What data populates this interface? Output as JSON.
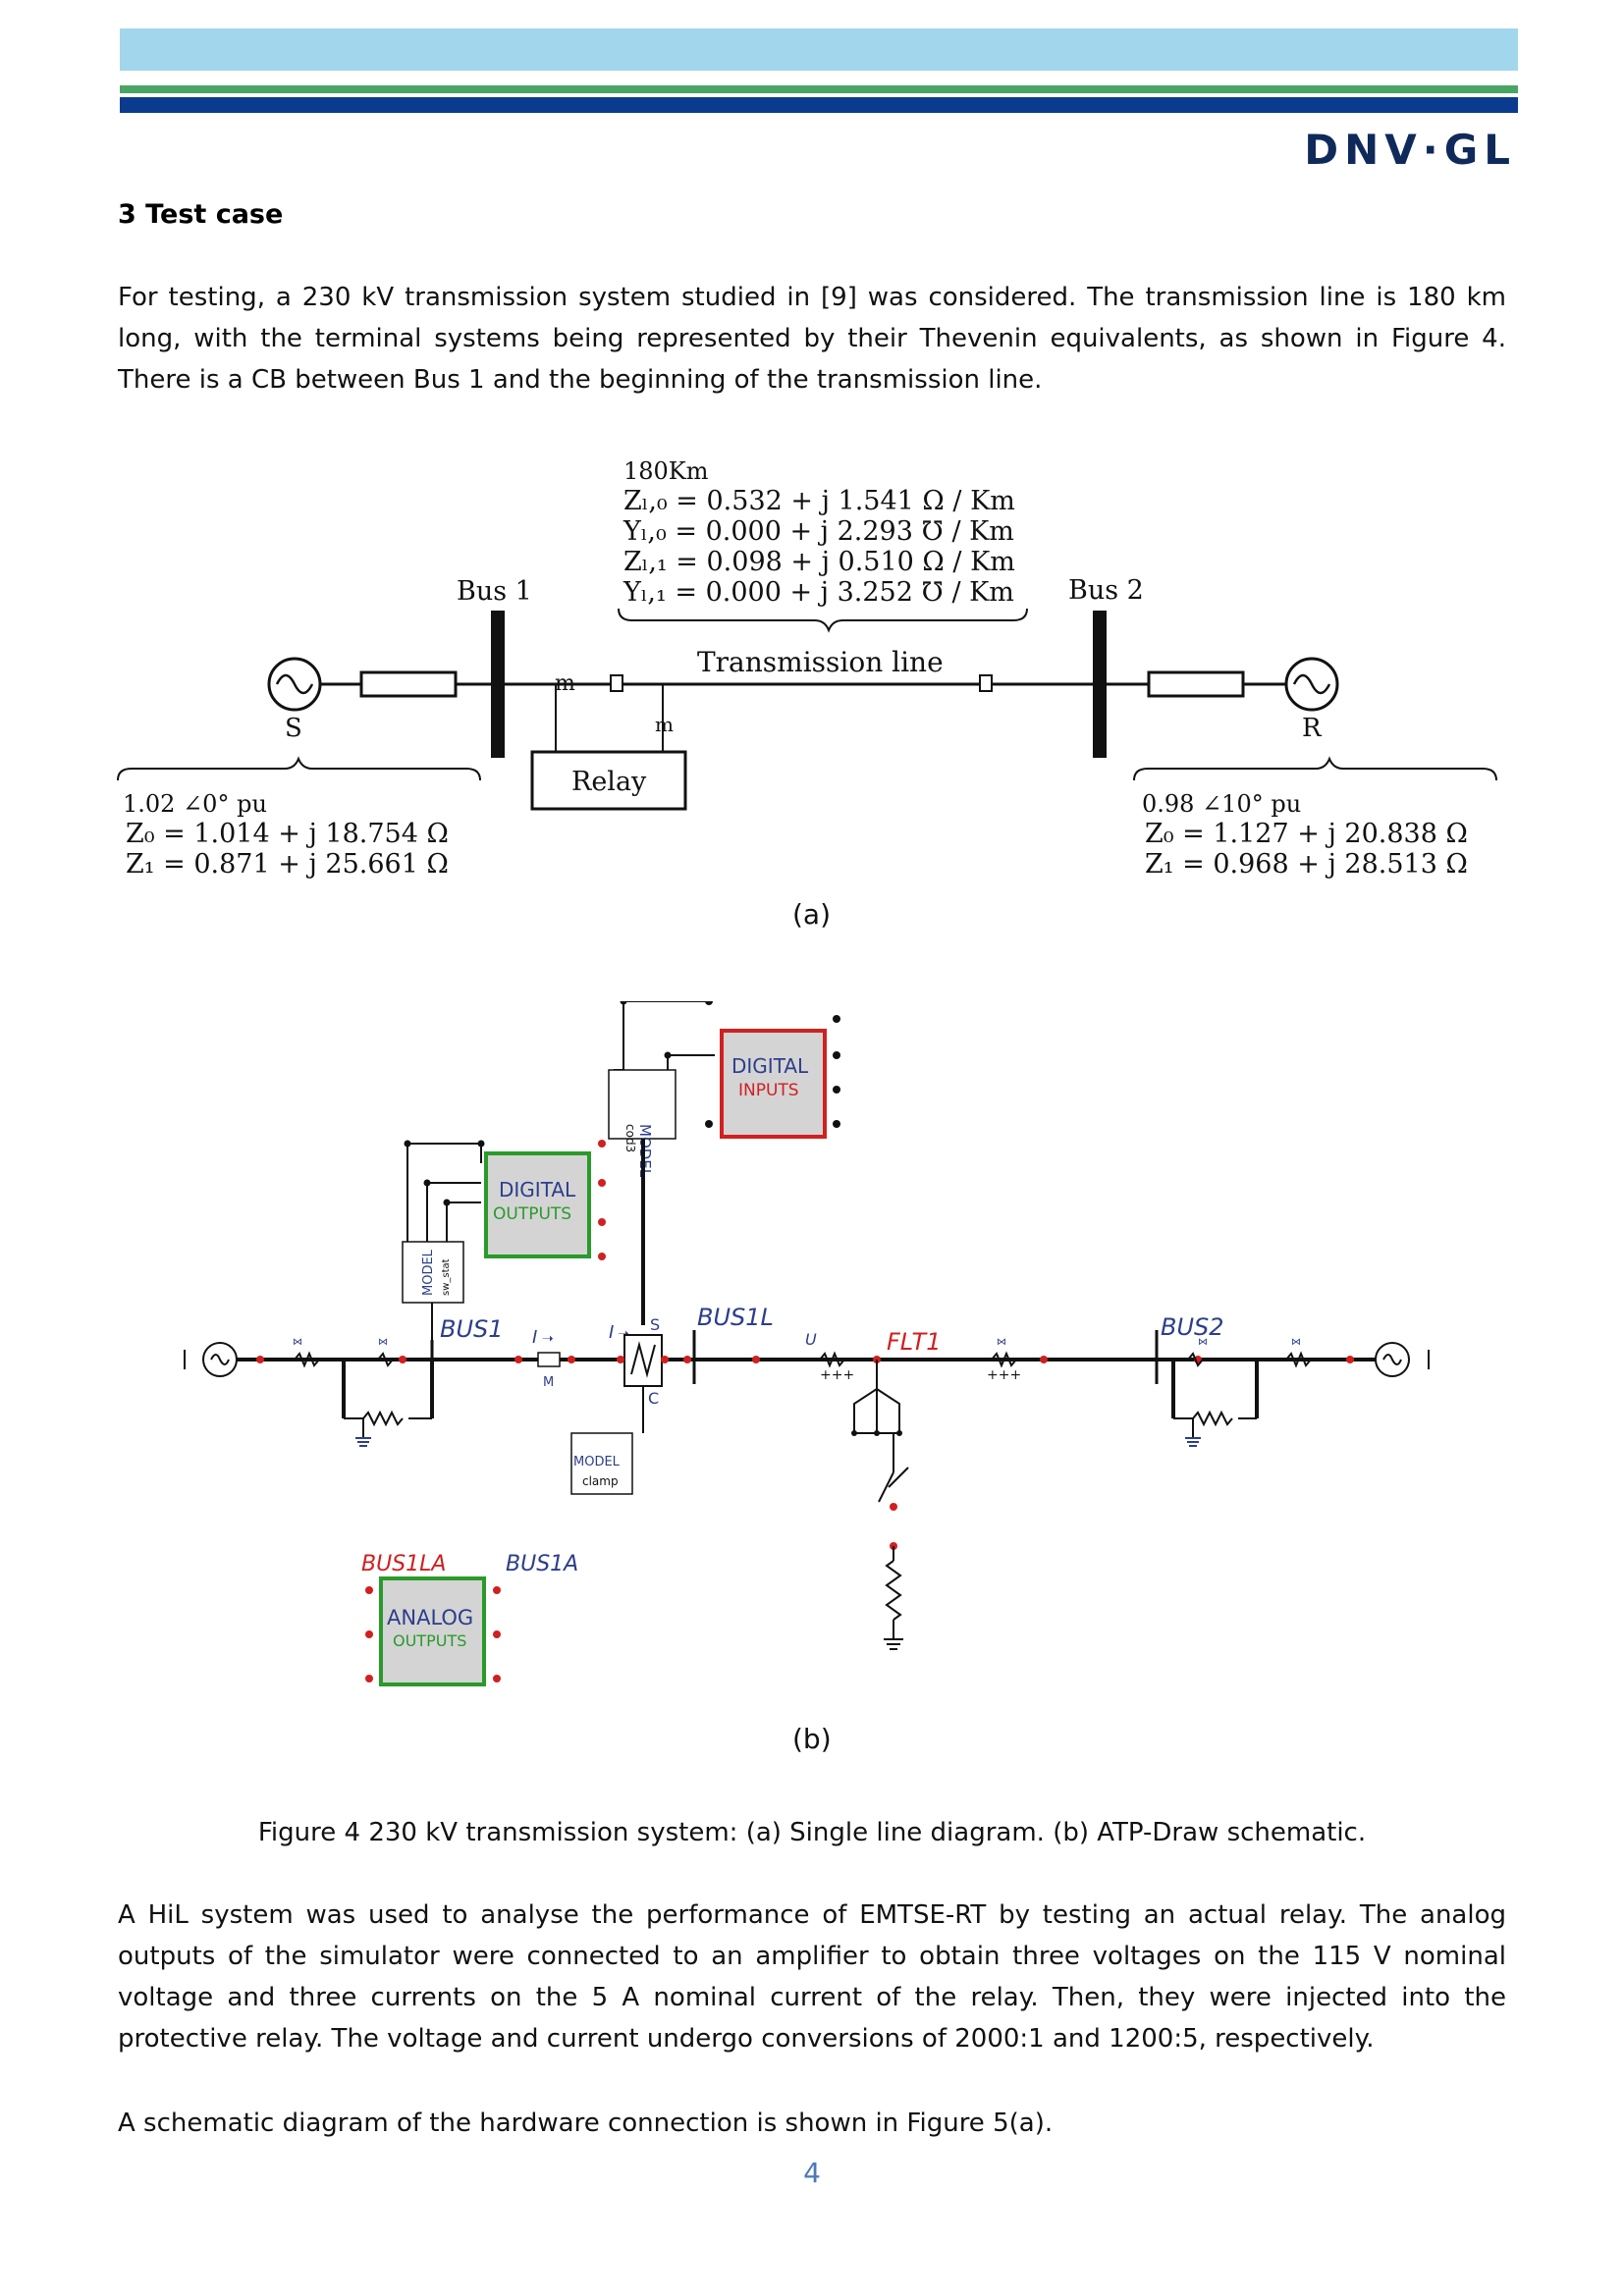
{
  "header": {
    "logo": "DNV·GL"
  },
  "section": {
    "heading": "3 Test case"
  },
  "paragraphs": {
    "p1": "For testing, a 230 kV transmission system studied in [9] was considered. The transmission line is 180 km long, with the terminal systems being represented by their Thevenin equivalents, as shown in Figure 4. There is a CB between Bus 1 and the beginning of the transmission line.",
    "p2": "A HiL system was used to analyse the performance of EMTSE-RT by testing an actual relay. The analog outputs of the simulator were connected to an amplifier to obtain three voltages on the 115 V nominal voltage and three currents on the 5 A nominal current of the relay. Then, they were injected into the protective relay. The voltage and current undergo conversions of 2000:1 and 1200:5, respectively.",
    "p3": "A schematic diagram of the hardware connection is shown in Figure 5(a)."
  },
  "figure_a": {
    "line_length": "180Km",
    "line_params": [
      "Zₗ,₀ = 0.532  +  j 1.541 Ω / Km",
      "Yₗ,₀ = 0.000  +  j 2.293 ℧ / Km",
      "Zₗ,₁ = 0.098  +  j 0.510 Ω / Km",
      "Yₗ,₁ = 0.000  +  j 3.252 ℧ / Km"
    ],
    "bus1": "Bus 1",
    "bus2": "Bus 2",
    "line_label": "Transmission line",
    "source_s": "S",
    "source_r": "R",
    "relay": "Relay",
    "left_source": [
      "1.02 ∠0° pu",
      "Z₀  = 1.014  +  j 18.754 Ω",
      "Z₁  = 0.871  +  j 25.661 Ω"
    ],
    "right_source": [
      "0.98  ∠10° pu",
      "Z₀  = 1.127  +  j 20.838 Ω",
      "Z₁  = 0.968  +  j 28.513 Ω"
    ],
    "label": "(a)"
  },
  "figure_b": {
    "digital_inputs": [
      "DIGITAL",
      "INPUTS"
    ],
    "digital_outputs": [
      "DIGITAL",
      "OUTPUTS"
    ],
    "analog_outputs": [
      "ANALOG",
      "OUTPUTS"
    ],
    "model_cod3": [
      "MODEL",
      "cod3"
    ],
    "model_small": [
      "MODEL",
      "sw_stat"
    ],
    "model_clamp": [
      "MODEL",
      "clamp"
    ],
    "bus1": "BUS1",
    "bus1l": "BUS1L",
    "bus2": "BUS2",
    "flt1": "FLT1",
    "bus1la": "BUS1LA",
    "bus1a": "BUS1A",
    "probe_i1": "I",
    "probe_m": "M",
    "probe_i2": "I",
    "probe_s": "S",
    "probe_c": "C",
    "probe_u": "U",
    "label": "(b)"
  },
  "caption": "Figure 4 230 kV transmission system: (a) Single line diagram. (b) ATP-Draw schematic.",
  "page_number": "4",
  "colors": {
    "header_light": "#a2d6ec",
    "header_green": "#4aa564",
    "header_blue": "#0b3b8f",
    "logo": "#0f2a5a",
    "page_number": "#4a78b8",
    "atp_red": "#d02020",
    "atp_green": "#2a9a2a",
    "atp_label": "#2c3e8c"
  }
}
